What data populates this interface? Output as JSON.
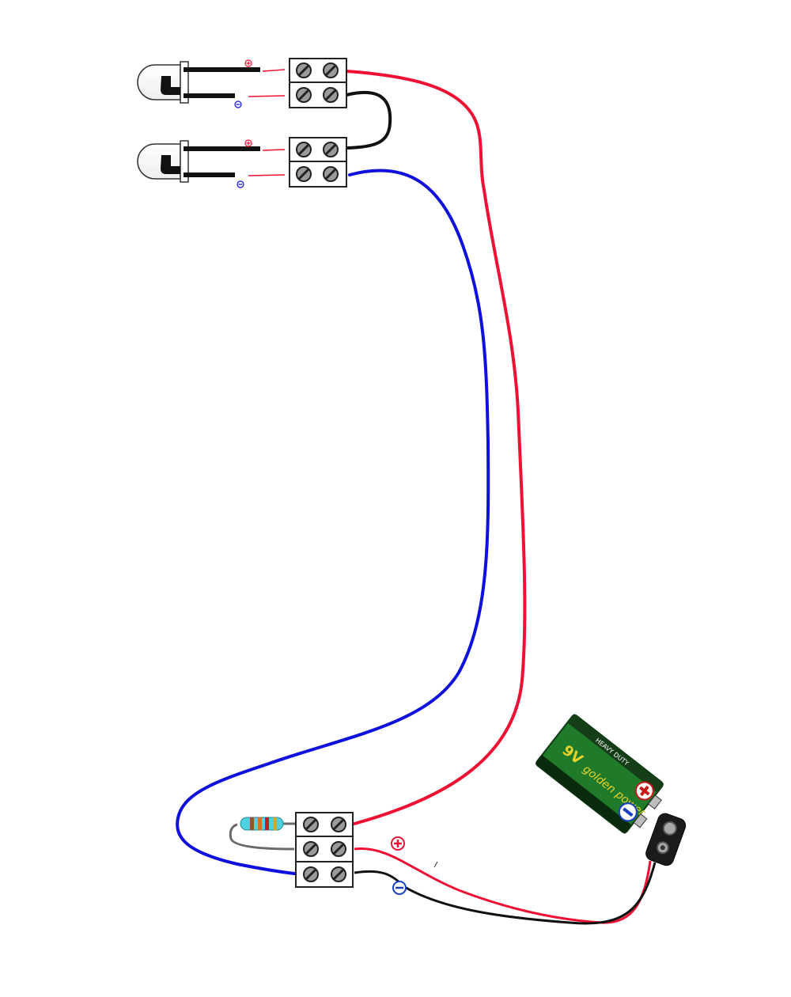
{
  "diagram": {
    "leds": [
      {
        "id": "led-1",
        "anode_symbol": "+",
        "cathode_symbol": "−"
      },
      {
        "id": "led-2",
        "anode_symbol": "+",
        "cathode_symbol": "−"
      }
    ],
    "supply_labels": {
      "positive": "+",
      "negative": "−"
    },
    "battery": {
      "brand_text": "golden power",
      "type_text": "HEAVY DUTY",
      "voltage_text": "9V",
      "plus_symbol": "+",
      "minus_symbol": "−"
    },
    "colors": {
      "positive_wire": "#ee1133",
      "negative_wire": "#111111",
      "return_wire": "#1010dd",
      "resistor_lead": "#6a6a6a",
      "battery_body": "#1f7a2a",
      "battery_label": "#e6d22a"
    }
  }
}
